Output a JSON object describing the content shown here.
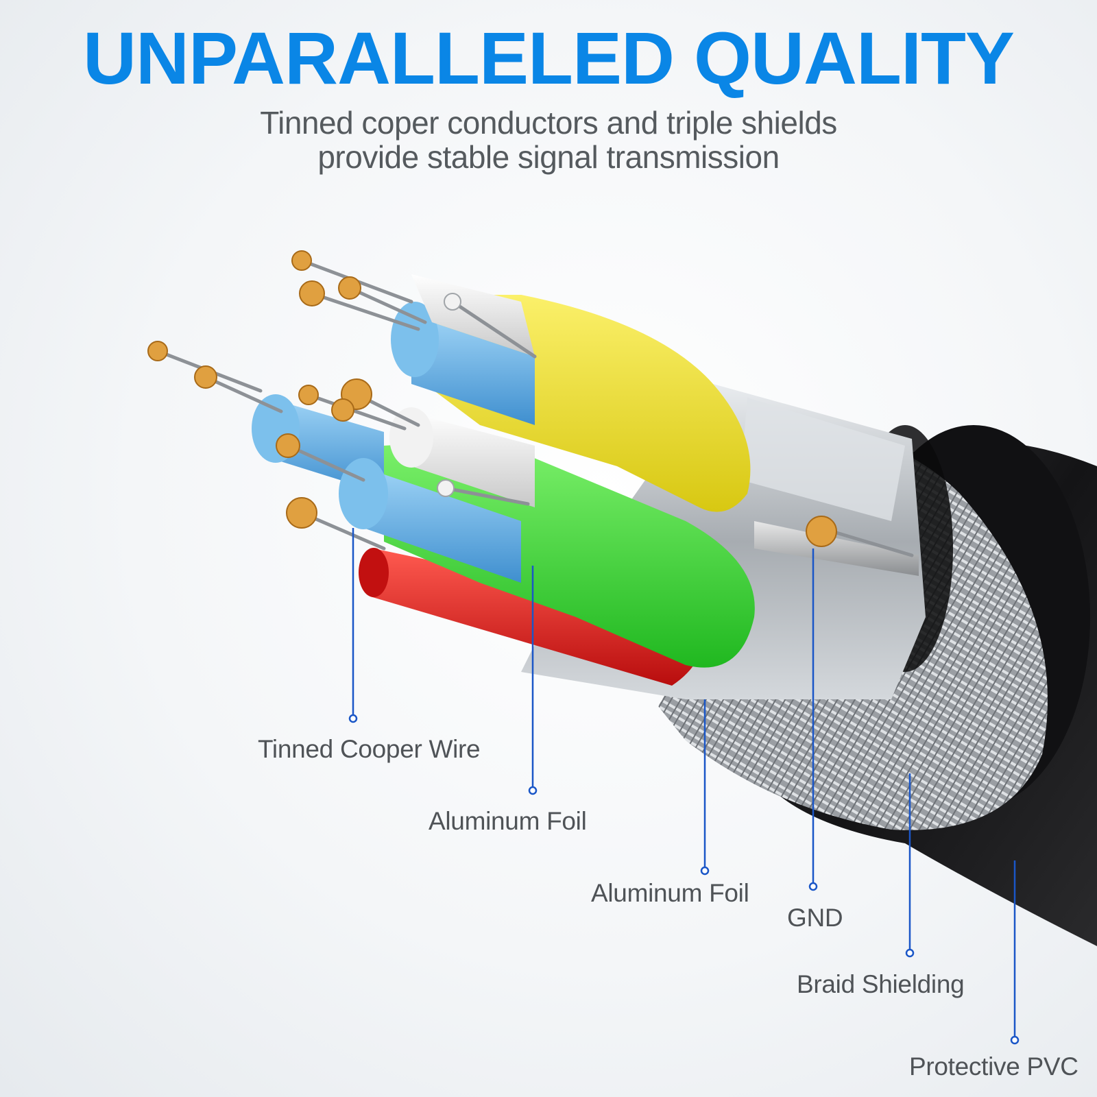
{
  "headline": "UNPARALLELED QUALITY",
  "subtitle": {
    "line1": "Tinned coper conductors and triple shields",
    "line2": "provide stable signal transmission"
  },
  "callouts": [
    {
      "label": "Tinned Cooper Wire"
    },
    {
      "label": "Aluminum Foil"
    },
    {
      "label": "Aluminum Foil"
    },
    {
      "label": "GND"
    },
    {
      "label": "Braid Shielding"
    },
    {
      "label": "Protective PVC"
    }
  ],
  "colors": {
    "headline": "#0a86e6",
    "subtitle": "#555a5e",
    "callout_text": "#4f5357",
    "leader_line": "#1a56c7",
    "outer_jacket": "#1e1e20",
    "braid": "#a9adb1",
    "foil": "#c8ccd0",
    "wire_yellow": "#f2e22c",
    "wire_green": "#3fdc3a",
    "wire_red": "#e0201c",
    "wire_blue": "#5fb2e8",
    "wire_white": "#eeeeee",
    "copper": "#e0a040"
  }
}
